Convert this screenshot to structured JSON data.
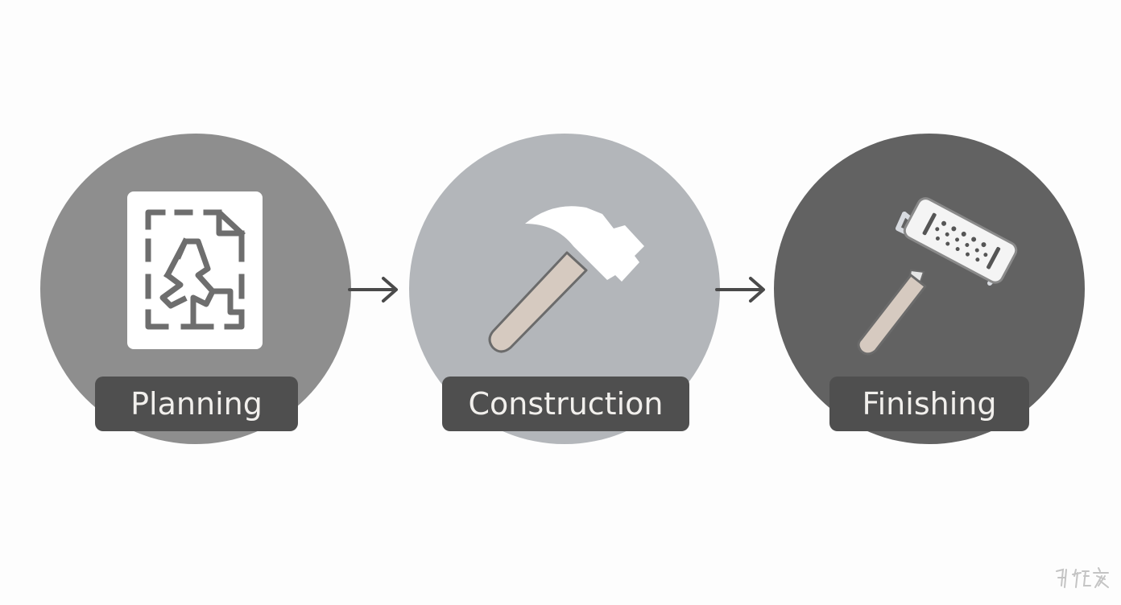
{
  "steps": [
    {
      "label": "Planning",
      "icon": "blueprint-icon",
      "circle_color": "#8e8e8e"
    },
    {
      "label": "Construction",
      "icon": "hammer-icon",
      "circle_color": "#b3b6ba"
    },
    {
      "label": "Finishing",
      "icon": "paint-roller-icon",
      "circle_color": "#626262"
    }
  ],
  "connectors": [
    "arrow-right-icon",
    "arrow-right-icon"
  ],
  "label_color": "#4f4f4f",
  "label_text_color": "#f1efec"
}
